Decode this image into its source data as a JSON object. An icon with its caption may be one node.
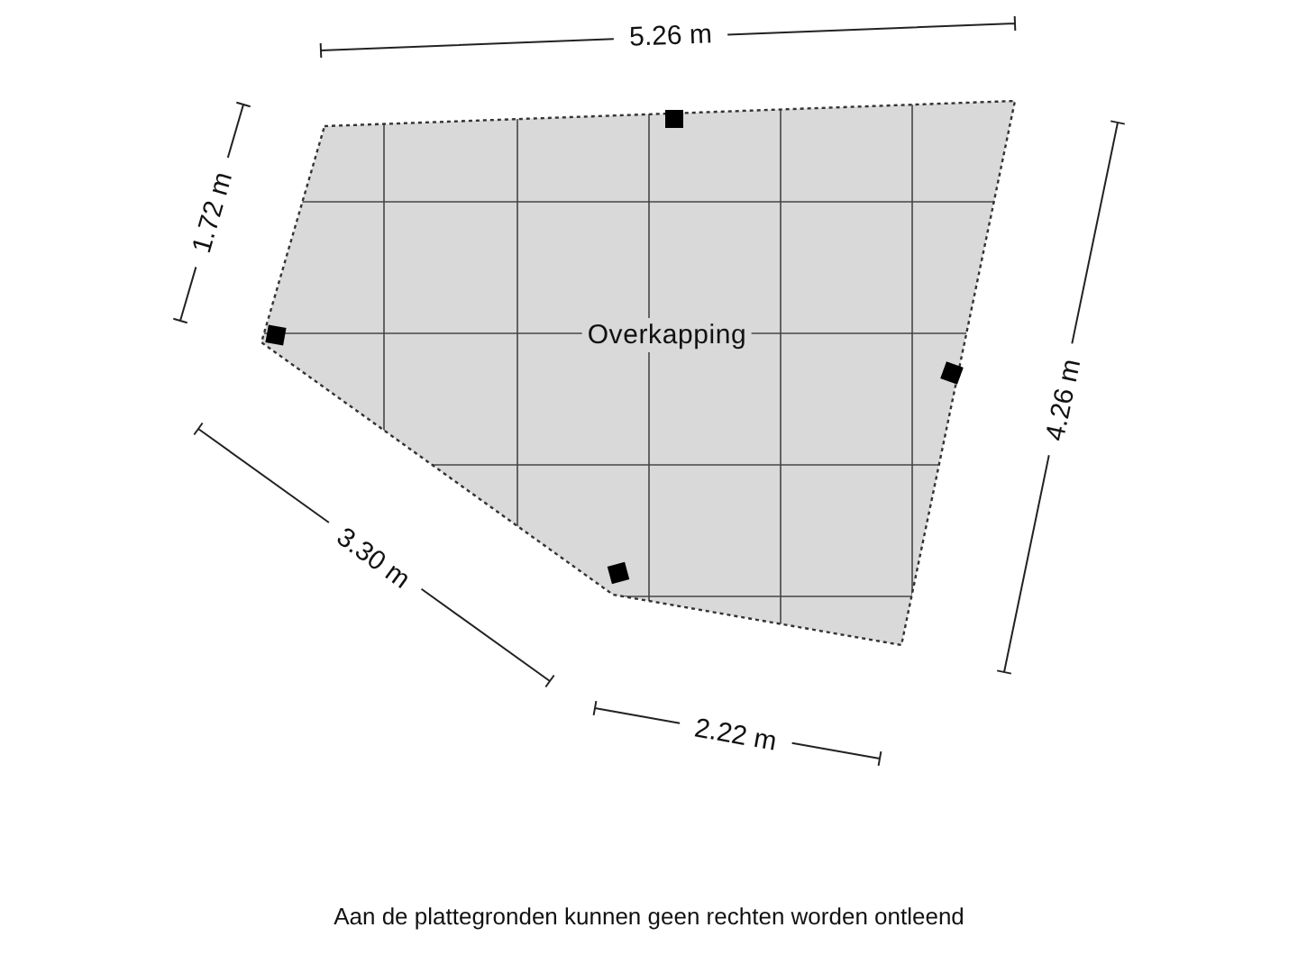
{
  "diagram": {
    "caption": "Aan de plattegronden kunnen geen rechten worden ontleend",
    "nodes": [
      {
        "text": [
          "Overkapping"
        ]
      }
    ],
    "labels": [
      "5.26 m",
      "1.72 m",
      "4.26 m",
      "3.30 m",
      "2.22 m"
    ]
  }
}
